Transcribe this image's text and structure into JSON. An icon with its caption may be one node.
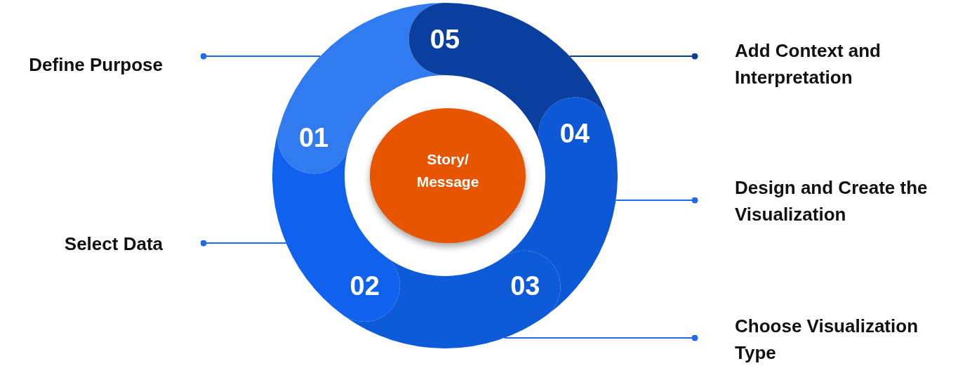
{
  "diagram": {
    "nodes": [
      {
        "text": [
          "Story/ Message"
        ]
      },
      {
        "text": [
          "01"
        ]
      },
      {
        "text": [
          "02"
        ]
      },
      {
        "text": [
          "03"
        ]
      },
      {
        "text": [
          "04"
        ]
      },
      {
        "text": [
          "05"
        ]
      },
      {
        "text": [
          "Define Purpose"
        ]
      },
      {
        "text": [
          "Select Data"
        ]
      },
      {
        "text": [
          "Add Context and Interpretation"
        ]
      },
      {
        "text": [
          "Design and Create the Visualization"
        ]
      },
      {
        "text": [
          "Choose Visualization Type"
        ]
      }
    ],
    "edges": [
      {
        "from": 6,
        "to": 1,
        "arrow": "other"
      },
      {
        "from": 7,
        "to": 2,
        "arrow": "other"
      },
      {
        "from": 8,
        "to": 5,
        "arrow": "other",
        "color": "#0b3f9e"
      },
      {
        "from": 9,
        "to": 4,
        "arrow": "other"
      },
      {
        "from": 10,
        "to": 3,
        "arrow": "other"
      }
    ]
  }
}
